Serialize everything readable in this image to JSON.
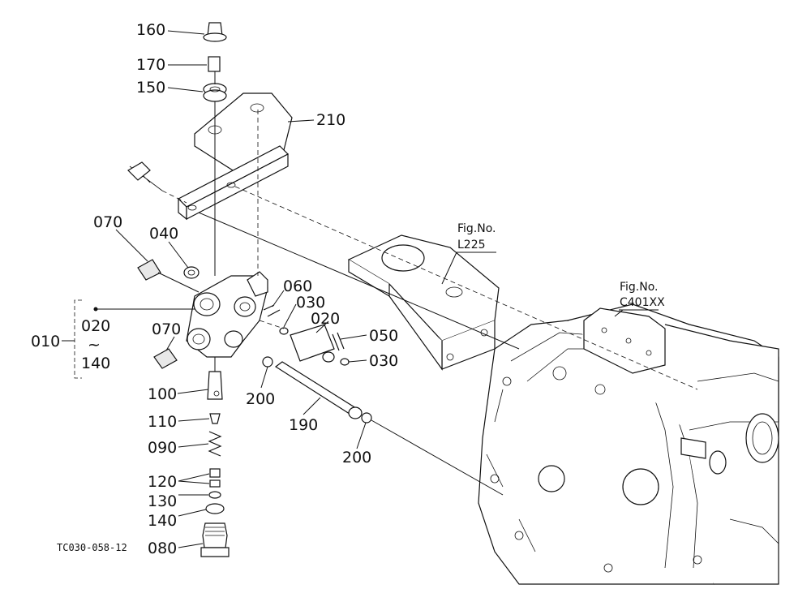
{
  "parts": {
    "p160": "160",
    "p170": "170",
    "p150": "150",
    "p210": "210",
    "p070a": "070",
    "p040": "040",
    "p060": "060",
    "p030a": "030",
    "p020a": "020",
    "p010": "010",
    "p020b": "020",
    "tilde": "~",
    "p140a": "140",
    "p070b": "070",
    "p050": "050",
    "p030b": "030",
    "p100": "100",
    "p200a": "200",
    "p110": "110",
    "p190": "190",
    "p090": "090",
    "p200b": "200",
    "p120": "120",
    "p130": "130",
    "p140b": "140",
    "p080": "080"
  },
  "refs": {
    "ref1_title": "Fig.No.",
    "ref1_code": "L225",
    "ref2_title": "Fig.No.",
    "ref2_code": "C401XX"
  },
  "drawing_code": "TC030-058-12"
}
